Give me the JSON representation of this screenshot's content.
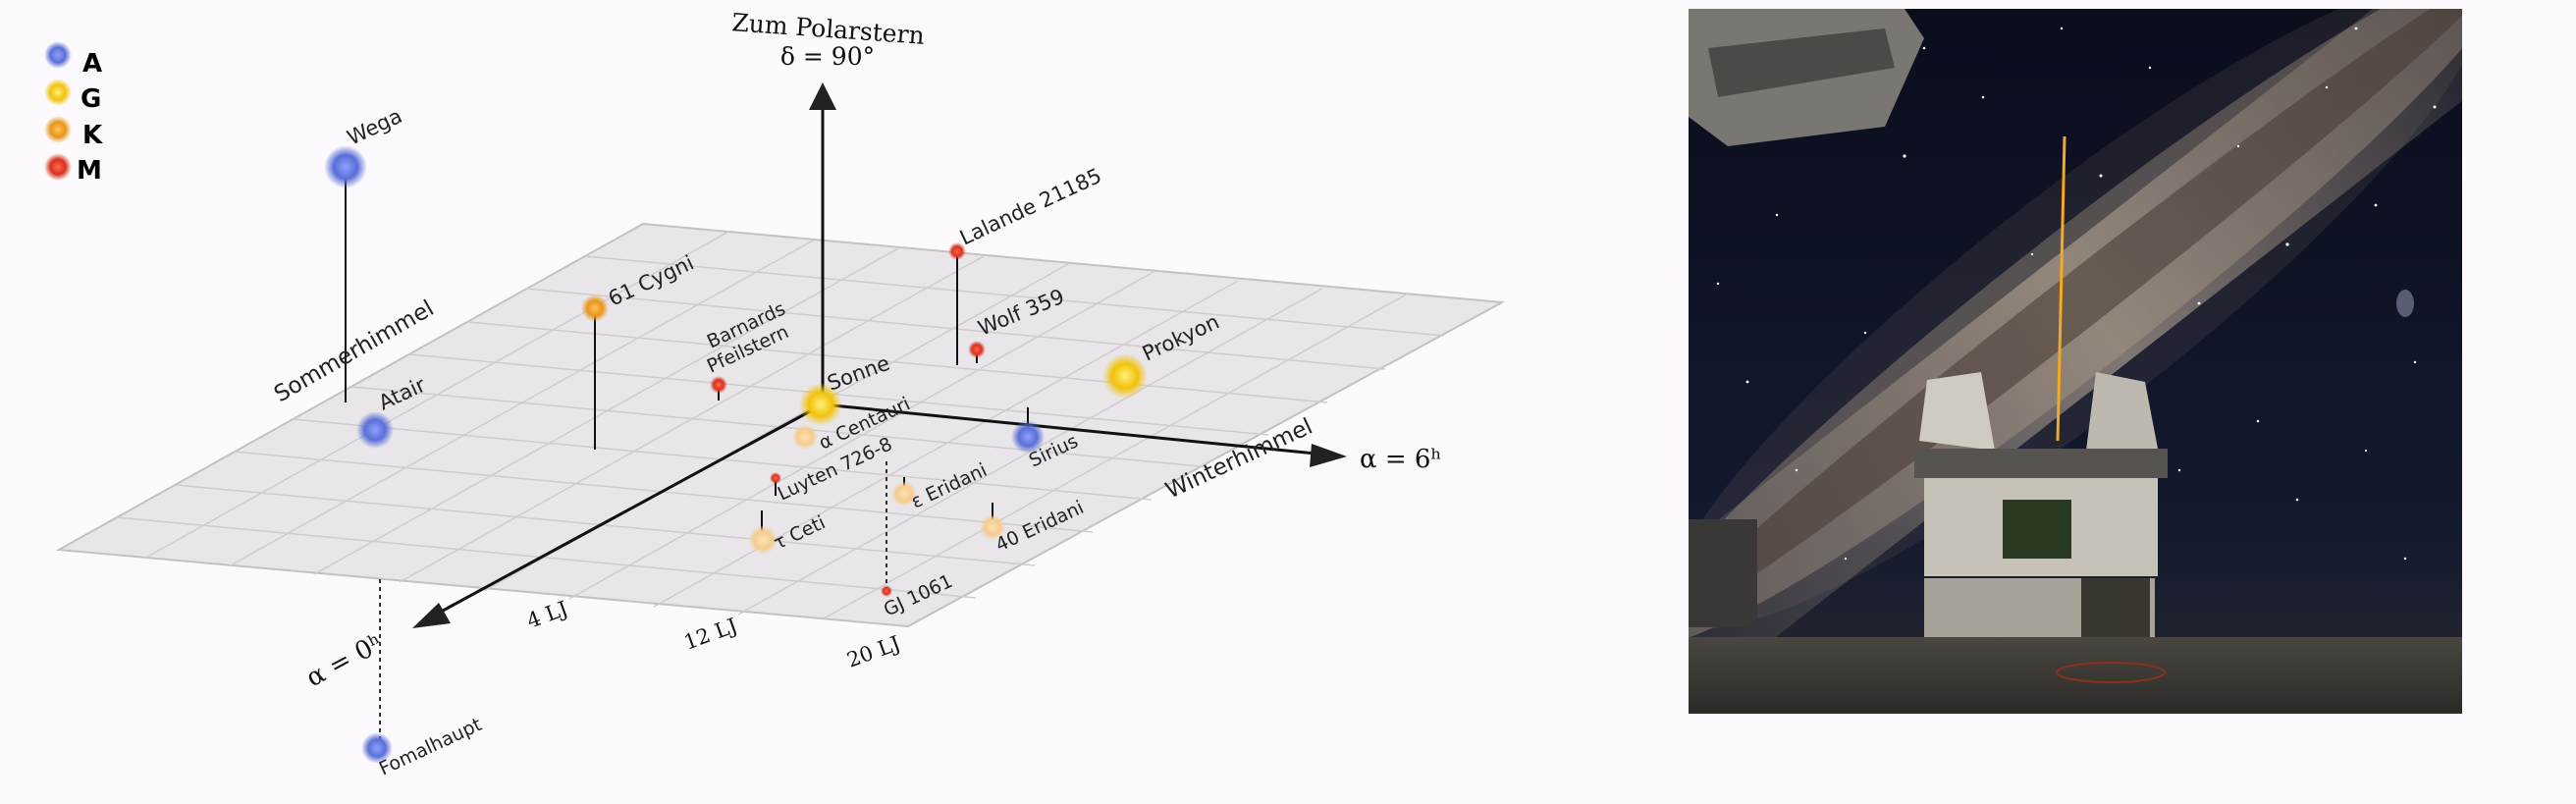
{
  "legend": [
    {
      "label": "A",
      "color": "#5a6fd6"
    },
    {
      "label": "G",
      "color": "#f2c20a"
    },
    {
      "label": "K",
      "color": "#e8951a"
    },
    {
      "label": "M",
      "color": "#d8321e"
    }
  ],
  "axes": {
    "z_label_line1": "Zum Polarstern",
    "z_label_line2": "δ = 90°",
    "x_label": "α = 6ʰ",
    "y_label": "α = 0ʰ"
  },
  "regions": {
    "summer": "Sommerhimmel",
    "winter": "Winterhimmel"
  },
  "distance_ticks": [
    "4 LJ",
    "12 LJ",
    "20 LJ"
  ],
  "stars": {
    "wega": "Wega",
    "atair": "Atair",
    "cygni": "61 Cygni",
    "barnard1": "Barnards",
    "barnard2": "Pfeilstern",
    "sonne": "Sonne",
    "lalande": "Lalande 21185",
    "wolf": "Wolf 359",
    "prokyon": "Prokyon",
    "centauri": "α Centauri",
    "luyten": "Luyten 726-8",
    "eridani_e": "ε Eridani",
    "sirius": "Sirius",
    "tau_ceti": "τ Ceti",
    "eridani_40": "40 Eridani",
    "gj1061": "GJ 1061",
    "fomalhaut": "Fomalhaupt"
  },
  "colors": {
    "A": "#5a6fd6",
    "G": "#f2c20a",
    "K": "#e8951a",
    "M": "#d8321e",
    "plane": "#e9e6ea",
    "grid": "#cfcbd0",
    "sky": "#0c1020"
  },
  "photo": {
    "subject": "observatory-laser-guide-star-under-milky-way"
  }
}
